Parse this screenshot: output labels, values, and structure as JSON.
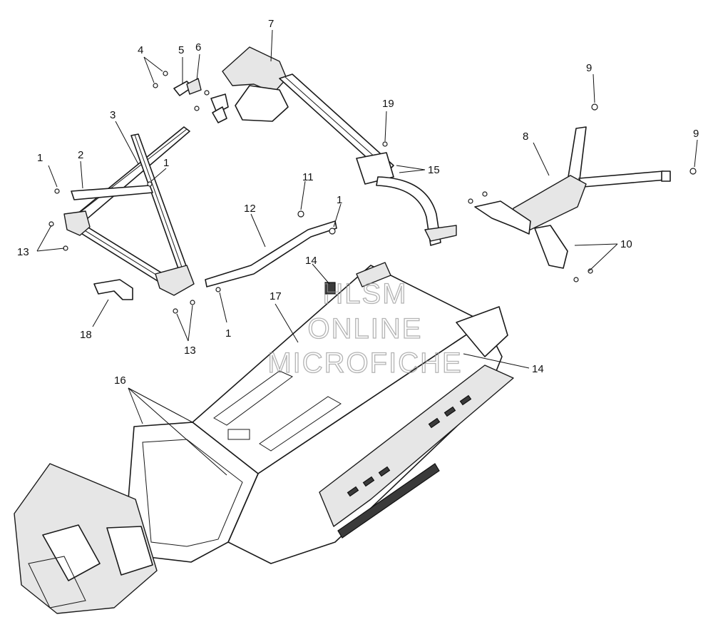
{
  "watermark": {
    "line1": "HLSM",
    "line2": "ONLINE",
    "line3": "MICROFICHE"
  },
  "callouts": [
    {
      "id": "c-1a",
      "text": "1"
    },
    {
      "id": "c-1b",
      "text": "1"
    },
    {
      "id": "c-1c",
      "text": "1"
    },
    {
      "id": "c-1d",
      "text": "1"
    },
    {
      "id": "c-2",
      "text": "2"
    },
    {
      "id": "c-3",
      "text": "3"
    },
    {
      "id": "c-4",
      "text": "4"
    },
    {
      "id": "c-5",
      "text": "5"
    },
    {
      "id": "c-6",
      "text": "6"
    },
    {
      "id": "c-7",
      "text": "7"
    },
    {
      "id": "c-8",
      "text": "8"
    },
    {
      "id": "c-9a",
      "text": "9"
    },
    {
      "id": "c-9b",
      "text": "9"
    },
    {
      "id": "c-10",
      "text": "10"
    },
    {
      "id": "c-11",
      "text": "11"
    },
    {
      "id": "c-12",
      "text": "12"
    },
    {
      "id": "c-13a",
      "text": "13"
    },
    {
      "id": "c-13b",
      "text": "13"
    },
    {
      "id": "c-14a",
      "text": "14"
    },
    {
      "id": "c-14b",
      "text": "14"
    },
    {
      "id": "c-15",
      "text": "15"
    },
    {
      "id": "c-16",
      "text": "16"
    },
    {
      "id": "c-17",
      "text": "17"
    },
    {
      "id": "c-18",
      "text": "18"
    },
    {
      "id": "c-19",
      "text": "19"
    }
  ]
}
